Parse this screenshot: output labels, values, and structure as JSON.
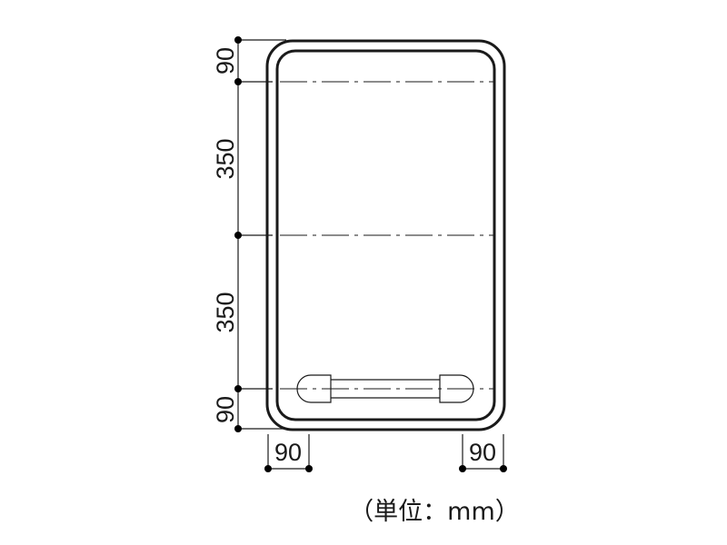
{
  "dimensions": {
    "vertical": [
      "90",
      "350",
      "350",
      "90"
    ],
    "horizontal_left": "90",
    "horizontal_right": "90"
  },
  "unit_label": "（単位：mm）"
}
